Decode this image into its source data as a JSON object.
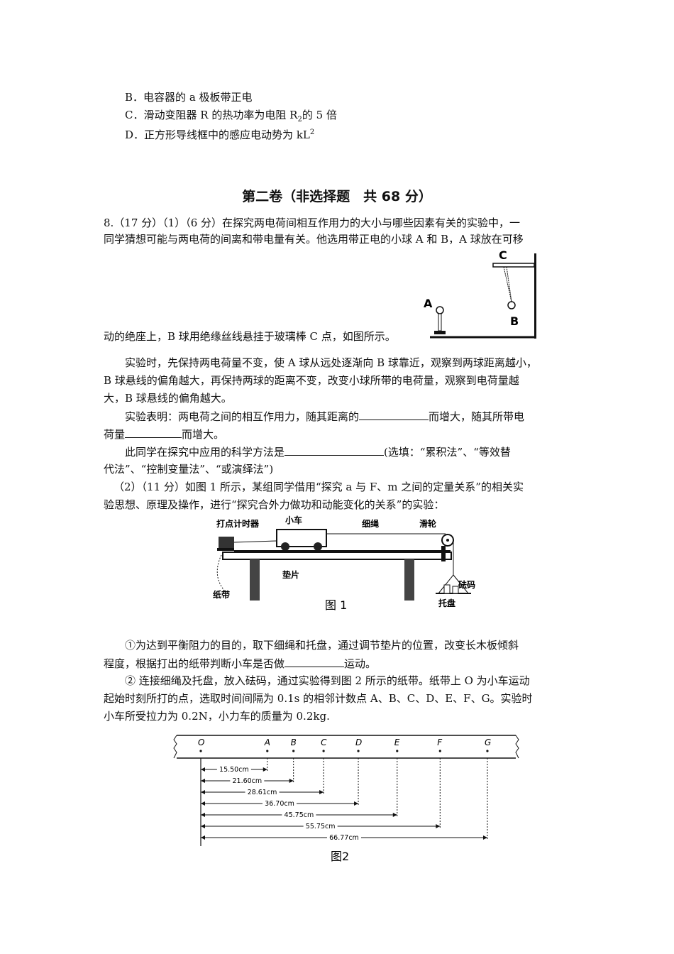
{
  "options": {
    "b_prefix": "B．电容器的",
    "b_var": "a",
    "b_suffix": "极板带正电",
    "c_prefix": "C．滑动变阻器",
    "c_var": "R",
    "c_mid": "的热功率为电阻",
    "c_r": "R",
    "c_sub": "2",
    "c_suffix": "的 5 倍",
    "d_prefix": "D．正方形导线框中的感应电动势为",
    "d_var": "kL",
    "d_sup": "2"
  },
  "section_title": "第二卷（非选择题　共 68 分）",
  "q8": {
    "line1": "8.（17 分）（1）（6 分）在探究两电荷间相互作用力的大小与哪些因素有关的实验中，一",
    "line2": "同学猜想可能与两电荷的间离和带电量有关。他选用带正电的小球 A 和 B，A 球放在可移",
    "line3": "动的绝座上，B 球用绝缘丝线悬挂于玻璃棒 C 点，如图所示。",
    "p1_l1": "实验时，先保持两电荷量不变，使 A 球从远处逐渐向 B 球靠近，观察到两球距离越小，",
    "p1_l2": "B 球悬线的偏角越大，再保持两球的距离不变，改变小球所带的电荷量，观察到电荷量越",
    "p1_l3": "大，B 球悬线的偏角越大。",
    "p2_a": "实验表明：两电荷之间的相互作用力，随其距离的",
    "p2_b": "而增大，随其所带电",
    "p2_c": "荷量",
    "p2_d": "而增大。",
    "p3_a": "此同学在探究中应用的科学方法是",
    "p3_b": "(选填：“累积法”、“等效替",
    "p3_c": "代法”、“控制变量法”、“或演绎法”)",
    "p4_l1": "（2）（11 分）如图 1 所示，某组同学借用“探究 a 与 F、m 之间的定量关系”的相关实",
    "p4_l2": "验思想、原理及操作，进行“探究合外力做功和动能变化的关系”的实验：",
    "p5_l1": "①为达到平衡阻力的目的，取下细绳和托盘，通过调节垫片的位置，改变长木板倾斜",
    "p5_l2a": "程度，根据打出的纸带判断小车是否做",
    "p5_l2b": "运动。",
    "p6_l1": "② 连接细绳及托盘，放入砝码，通过实验得到图 2 所示的纸带。纸带上 O 为小车运动",
    "p6_l2": "起始时刻所打的点，选取时间间隔为 0.1s 的相邻计数点 A、B、C、D、E、F、G。实验时",
    "p6_l3": "小车所受拉力为 0.2N，小力车的质量为 0.2kg."
  },
  "fig_charges": {
    "label_c": "C",
    "label_a": "A",
    "label_b": "B"
  },
  "fig1": {
    "timer": "打点计时器",
    "cart": "小车",
    "rope": "细绳",
    "pulley": "滑轮",
    "pad": "垫片",
    "tape": "纸带",
    "weights": "砝码",
    "tray": "托盘",
    "caption": "图 1"
  },
  "fig2": {
    "points": [
      "O",
      "A",
      "B",
      "C",
      "D",
      "E",
      "F",
      "G"
    ],
    "distances": [
      "15.50cm",
      "21.60cm",
      "28.61cm",
      "36.70cm",
      "45.75cm",
      "55.75cm",
      "66.77cm"
    ],
    "caption": "图2"
  }
}
